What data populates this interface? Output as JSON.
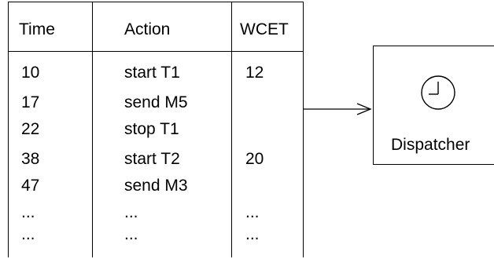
{
  "table": {
    "headers": [
      "Time",
      "Action",
      "WCET"
    ],
    "rows": [
      [
        "10",
        "start T1",
        "12"
      ],
      [
        "17",
        "send M5",
        ""
      ],
      [
        "22",
        "stop T1",
        ""
      ],
      [
        "38",
        "start T2",
        "20"
      ],
      [
        "47",
        "send M3",
        ""
      ],
      [
        "...",
        "...",
        "..."
      ],
      [
        "...",
        "...",
        "..."
      ]
    ]
  },
  "dispatcher": {
    "label": "Dispatcher",
    "icon": "clock-icon"
  },
  "arrow": {
    "icon": "arrow-right-icon"
  }
}
